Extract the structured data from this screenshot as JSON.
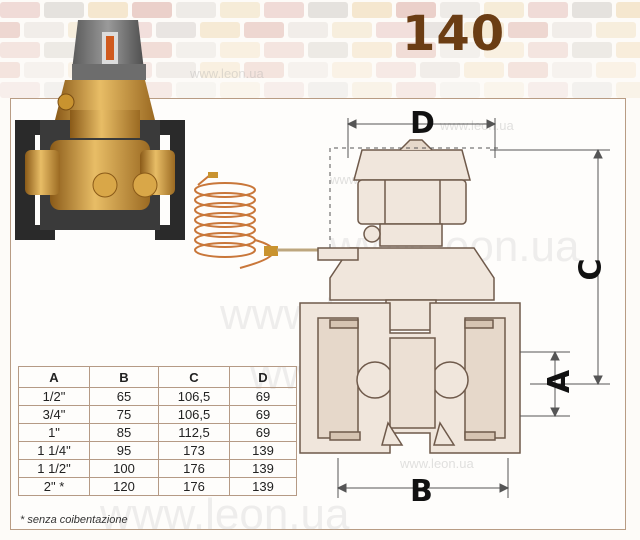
{
  "product_code": "140",
  "watermark": "www.leon.ua",
  "dimension_labels": {
    "d": "D",
    "c": "C",
    "a": "A",
    "b": "B"
  },
  "table": {
    "headers": [
      "A",
      "B",
      "C",
      "D"
    ],
    "rows": [
      [
        "1/2\"",
        "65",
        "106,5",
        "69"
      ],
      [
        "3/4\"",
        "75",
        "106,5",
        "69"
      ],
      [
        "1\"",
        "85",
        "112,5",
        "69"
      ],
      [
        "1 1/4\"",
        "95",
        "173",
        "139"
      ],
      [
        "1 1/2\"",
        "100",
        "176",
        "139"
      ],
      [
        "2\" *",
        "120",
        "176",
        "139"
      ]
    ]
  },
  "footnote": "* senza coibentazione",
  "colors": {
    "brass": "#c9932f",
    "insulation": "#2b2b2b",
    "knob": "#7b7b7b",
    "drawing_fill": "#f0e6dc",
    "outline": "#6f5a4b",
    "code": "#6b3d14"
  }
}
